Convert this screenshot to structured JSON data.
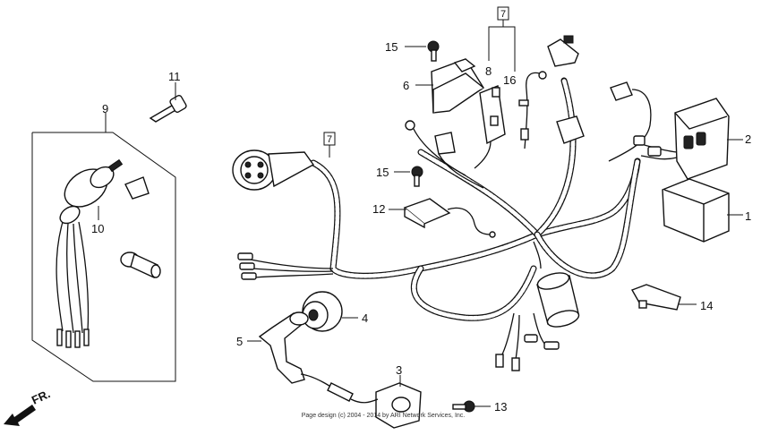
{
  "callouts": {
    "c1": "1",
    "c2": "2",
    "c3": "3",
    "c4": "4",
    "c5": "5",
    "c6": "6",
    "c7a": "7",
    "c7b": "7",
    "c8": "8",
    "c9": "9",
    "c10": "10",
    "c11": "11",
    "c12": "12",
    "c13": "13",
    "c14": "14",
    "c15a": "15",
    "c15b": "15",
    "c16": "16"
  },
  "direction_label": "FR.",
  "copyright": "Page design (c) 2004 - 2014 by ARI Network Services, Inc."
}
